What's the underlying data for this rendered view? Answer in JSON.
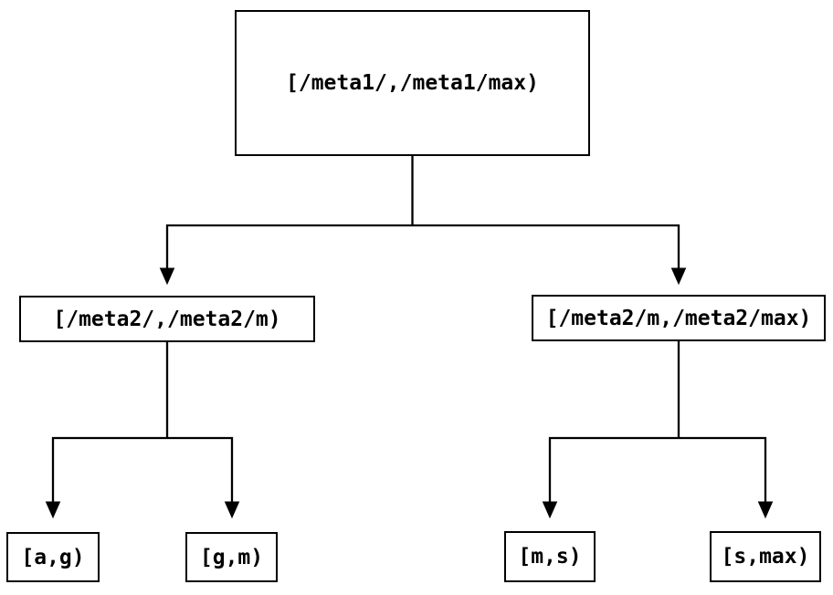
{
  "diagram": {
    "type": "tree",
    "background_color": "#ffffff",
    "line_color": "#000000",
    "node_border_color": "#000000",
    "text_color": "#000000",
    "nodes": {
      "root": {
        "label": "[/meta1/,/meta1/max)"
      },
      "meta2_low": {
        "label": "[/meta2/,/meta2/m)"
      },
      "meta2_high": {
        "label": "[/meta2/m,/meta2/max)"
      },
      "leaf_a_g": {
        "label": "[a,g)"
      },
      "leaf_g_m": {
        "label": "[g,m)"
      },
      "leaf_m_s": {
        "label": "[m,s)"
      },
      "leaf_s_max": {
        "label": "[s,max)"
      }
    },
    "edges": [
      {
        "from": "root",
        "to": "meta2_low"
      },
      {
        "from": "root",
        "to": "meta2_high"
      },
      {
        "from": "meta2_low",
        "to": "leaf_a_g"
      },
      {
        "from": "meta2_low",
        "to": "leaf_g_m"
      },
      {
        "from": "meta2_high",
        "to": "leaf_m_s"
      },
      {
        "from": "meta2_high",
        "to": "leaf_s_max"
      }
    ]
  }
}
